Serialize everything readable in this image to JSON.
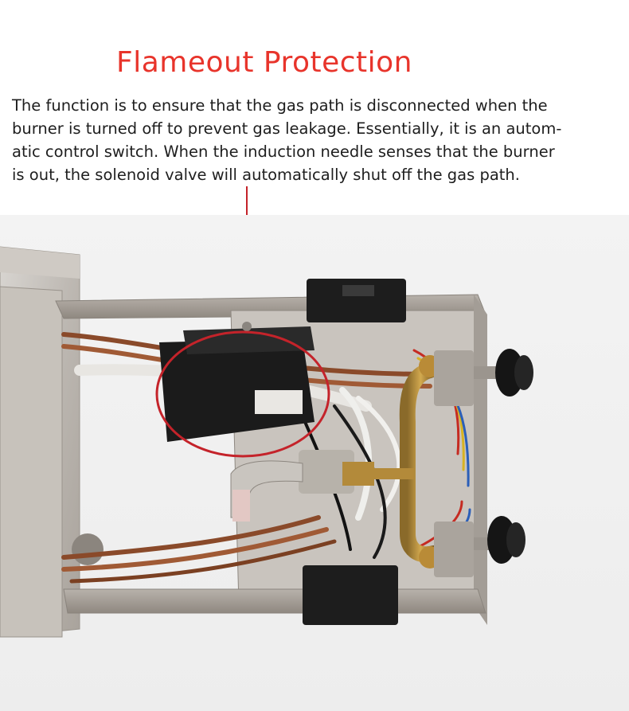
{
  "heading": {
    "title": "Flameout Protection",
    "color": "#e8342b"
  },
  "description": {
    "lines": [
      "The function is to ensure that the gas path is disconnected when the",
      "burner is turned off to prevent gas leakage. Essentially, it is an autom-",
      "atic control switch. When the induction needle senses that the burner",
      "is out, the solenoid valve will automatically shut off the gas path."
    ]
  },
  "photo": {
    "subject": "burner control box interior",
    "highlight_color": "#c4232a",
    "background_color": "#f2f2f2"
  }
}
